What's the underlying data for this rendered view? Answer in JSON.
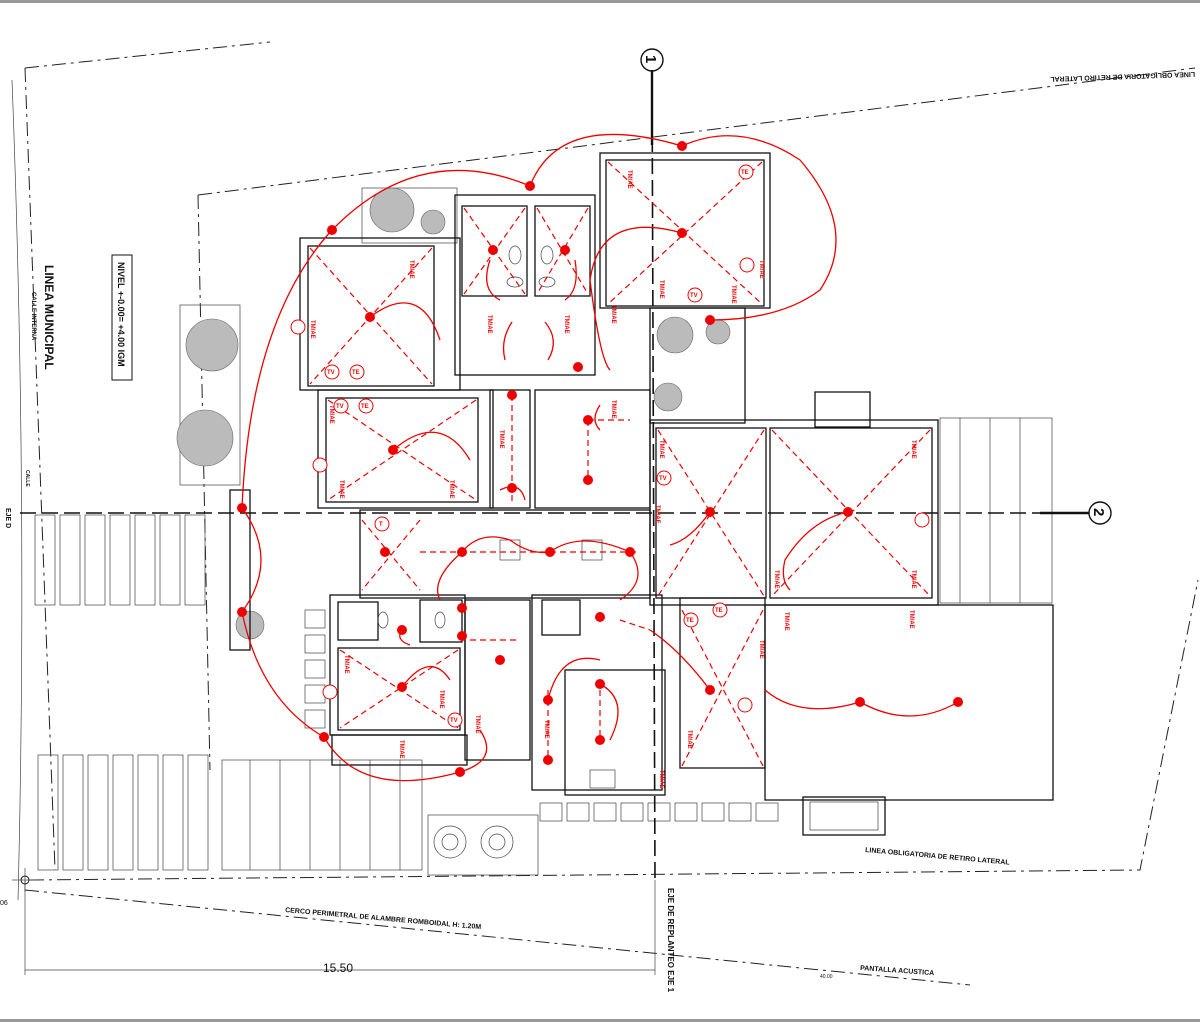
{
  "labels": {
    "linea_municipal": "LINEA MUNICIPAL",
    "calle": "CALLE INTERNA",
    "nivel": "NIVEL +-0.00= +4.00 IGM",
    "retiro_top": "LINEA OBLIGATORIA DE RETIRO LATERAL",
    "retiro_bottom": "LINEA OBLIGATORIA DE RETIRO LATERAL",
    "cerco": "CERCO PERIMETRAL DE ALAMBRE ROMBOIDAL H: 1.20M",
    "eje_replanteo": "EJE DE REPLANTEO EJE 1",
    "pantalla": "PANTALLA ACUSTICA",
    "eje_left": "EJE D",
    "cota": "15.50",
    "cota_small": "40.00",
    "cota_left": "06",
    "cota_calle": "CALLE"
  },
  "axes": [
    {
      "id": "1"
    },
    {
      "id": "2"
    }
  ],
  "room_tags": [
    "TV",
    "TE",
    "TV",
    "TE",
    "TV",
    "TE",
    "TV",
    "TE",
    "TV",
    "TE",
    "T"
  ],
  "colors": {
    "circuit": "#e00000",
    "line": "#111111",
    "tree": "#bbbbbb"
  }
}
